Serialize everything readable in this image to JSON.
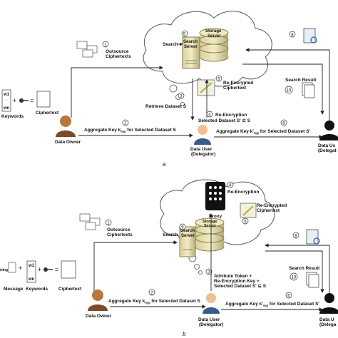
{
  "top": {
    "steps": [
      "1",
      "2",
      "3",
      "4",
      "5",
      "6",
      "8",
      "9",
      "10"
    ],
    "outsource": [
      "Outsource",
      "Ciphertexts"
    ],
    "search": "Search",
    "search_server": [
      "Search",
      "Server"
    ],
    "storage_server": [
      "Storage",
      "Server"
    ],
    "retrieve": "Retrieve Dataset S",
    "re_encrypted": [
      "Re-Encrypted",
      "Ciphertext"
    ],
    "re_encryption": [
      "Re-Encryption",
      "Selected Dataset S' ⊆ S"
    ],
    "search_result": "Search Result",
    "keywords": "Keywords",
    "w1": "w1",
    "wn": "wn",
    "ciphertext": "Ciphertext",
    "data_owner": "Data Owner",
    "aggregate_key": "Aggregate Key k",
    "agg_sub": "agg",
    "for_selected": "for  Selected Dataset S",
    "data_user": [
      "Data User",
      "(Delegator)"
    ],
    "aggregate_key2": "Aggregate Key k'",
    "for_selected2": "for  Selected Dataset S'",
    "data_user_right": [
      "Data Us",
      "(Delegat"
    ],
    "caption": "a"
  },
  "bottom": {
    "steps": [
      "1",
      "2",
      "3",
      "4",
      "5",
      "6",
      "8",
      "9",
      "10"
    ],
    "re_encryption": "Re-Encryption",
    "proxy": "Proxy",
    "re_encrypted": [
      "Re-Encrypted",
      "Ciphertext"
    ],
    "outsource": [
      "Outsource",
      "Ciphertexts"
    ],
    "search": "Search",
    "search_server": [
      "Search",
      "Server"
    ],
    "storage_server": [
      "Storage",
      "Server"
    ],
    "search_result": "Search Result",
    "message_partial": "rting",
    "message": "Message",
    "w1": "w1",
    "wn": "wn",
    "keywords": "Keywords",
    "ciphertext": "Ciphertext",
    "data_owner": "Data Owner",
    "aggregate_key": "Aggregate Key k",
    "agg_sub": "agg",
    "for_selected": "for  Selected Dataset S",
    "attr_token": [
      "Attribute Token +",
      "Re-Encryption Key +",
      "Selected Dataset S' ⊆ S"
    ],
    "data_user": [
      "Data User",
      "(Delegator)"
    ],
    "aggregate_key2": "Aggregate Key k'",
    "for_selected2": "for  Selected Dataset S'",
    "data_user_right": [
      "Data U",
      "(Delega"
    ],
    "caption": "b"
  }
}
